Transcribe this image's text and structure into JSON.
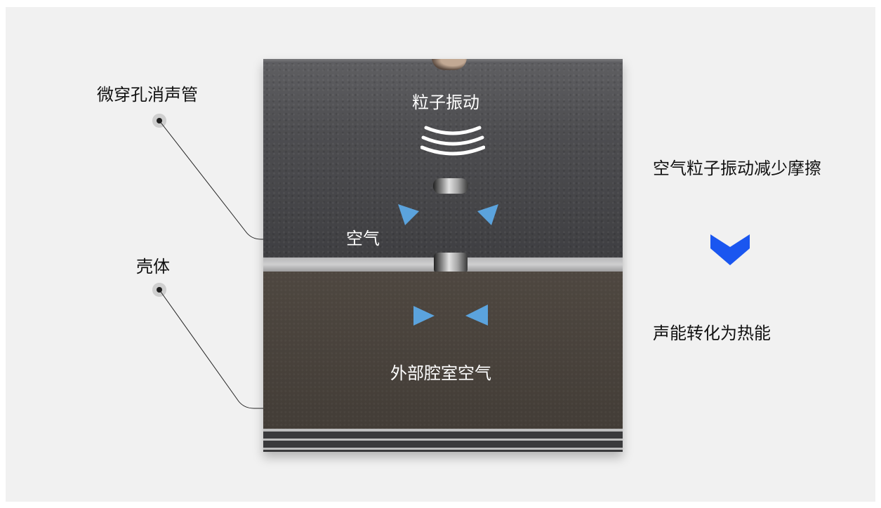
{
  "labels": {
    "micro_perforated_tube": "微穿孔消声管",
    "shell": "壳体"
  },
  "panel": {
    "particle_vibration": "粒子振动",
    "air": "空气",
    "outer_cavity_air": "外部腔室空气"
  },
  "process": {
    "step1": "空气粒子振动减少摩擦",
    "step2": "声能转化为热能"
  },
  "icons": {
    "vibration": "vibration-waves-icon",
    "arrows": "triangle-arrow-icon",
    "flow": "chevron-down-icon"
  },
  "colors": {
    "arrow": "#5ba3dd",
    "chevron": "#1a56f0",
    "text_dark": "#111111",
    "text_light": "#ffffff"
  }
}
